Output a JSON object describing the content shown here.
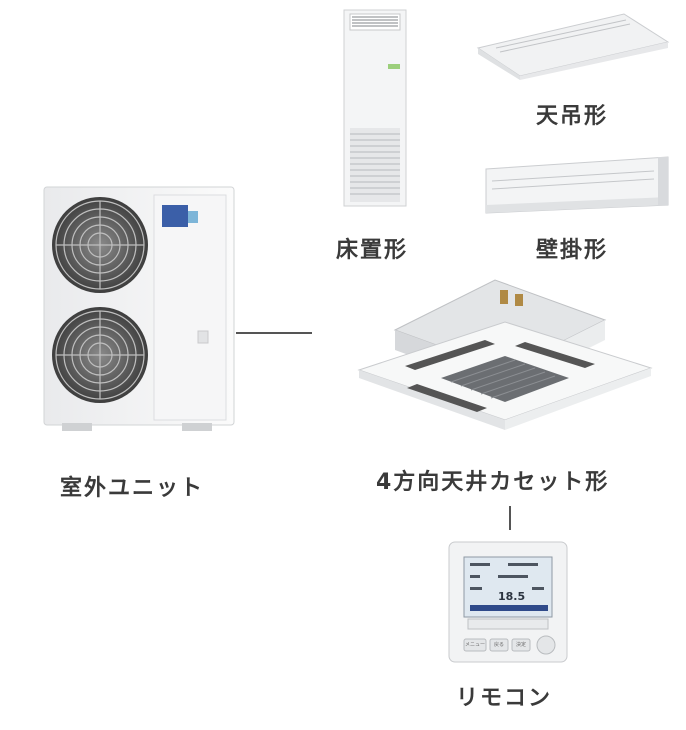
{
  "labels": {
    "outdoor_unit": "室外ユニット",
    "floor_standing": "床置形",
    "ceiling_suspended": "天吊形",
    "wall_mounted": "壁掛形",
    "ceiling_cassette": "4方向天井カセット形",
    "remote_control": "リモコン"
  },
  "remote_screen": {
    "temperature": "18.5",
    "buttons": [
      "メニュー",
      "戻る",
      "決定"
    ]
  },
  "colors": {
    "unit_white": "#f2f3f4",
    "fan_dark": "#5a5a5a",
    "grille_gray": "#6b6e72",
    "label_text": "#3a3a3a",
    "connector_line": "#555555"
  }
}
